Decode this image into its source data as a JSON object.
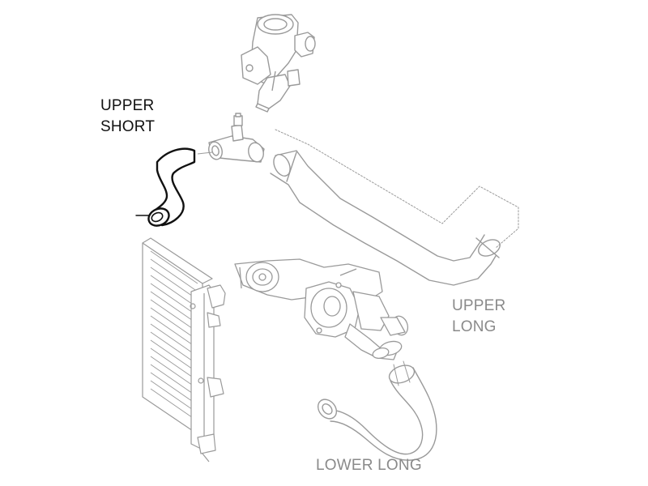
{
  "labels": {
    "upper_short": [
      "UPPER",
      "SHORT"
    ],
    "upper_long": [
      "UPPER",
      "LONG"
    ],
    "lower_long": "LOWER LONG"
  },
  "colors": {
    "highlight": "#111111",
    "muted_text": "#8a8a8a",
    "line_art": "#9a9a9a"
  }
}
